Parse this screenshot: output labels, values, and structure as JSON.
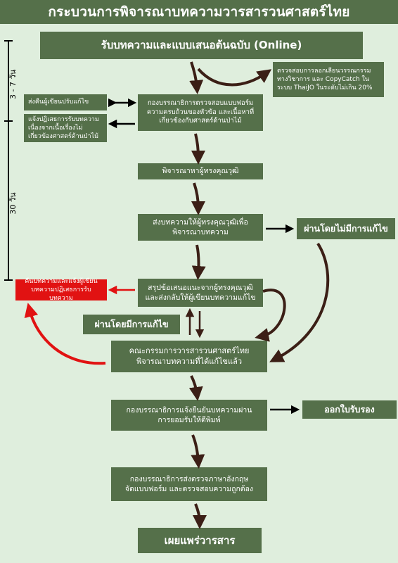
{
  "title": "กระบวนการพิจารณาบทความวารสารวนศาสตร์ไทย",
  "timeline": {
    "period1": "3 - 7 วัน",
    "period2": "30 วัน"
  },
  "steps": {
    "receive": "รับบทความและแบบเสนอต้นฉบับ (Online)",
    "plagiarism": "ตรวจสอบการลอกเลียนวรรณกรรม\nทางวิชาการ และ CopyCatch ใน\nระบบ ThaiJO ในระดับไม่เกิน 20%",
    "editor_check": "กองบรรณาธิการตรวจสอบแบบฟอร์ม\nความครบถ้วนของหัวข้อ และเนื้อหาที่\nเกี่ยวข้องกับศาสตร์ด้านป่าไม้",
    "return_author": "ส่งคืนผู้เขียนปรับแก้ไข",
    "reject_notice": "แจ้งปฏิเสธการรับบทความ\nเนื่องจากเนื้อเรื่องไม่\nเกี่ยวข้องศาสตร์ด้านป่าไม้",
    "select_reviewer": "พิจารณาหาผู้ทรงคุณวุฒิ",
    "send_reviewer": "ส่งบทความให้ผู้ทรงคุณวุฒิเพื่อ\nพิจารณาบทความ",
    "pass_no_revision": "ผ่านโดยไม่มีการแก้ไข",
    "summarize": "สรุปข้อเสนอแนะจากผู้ทรงคุณวุฒิ\nและส่งกลับให้ผู้เขียนบทความแก้ไข",
    "reject_return": "คืนบทความและแจ้งผู้เขียน\nบทความปฏิเสธการรับบทความ",
    "pass_with_revision": "ผ่านโดยมีการแก้ไข",
    "committee": "คณะกรรมการวารสารวนศาสตร์ไทย\nพิจารณาบทความที่ได้แก้ไขแล้ว",
    "confirm_accept": "กองบรรณาธิการแจ้งยืนยันบทความผ่าน\nการยอมรับให้ตีพิมพ์",
    "certificate": "ออกใบรับรอง",
    "english_check": "กองบรรณาธิการส่งตรวจภาษาอังกฤษ\nจัดแบบฟอร์ม และตรวจสอบความถูกต้อง",
    "publish": "เผยแพร่วารสาร"
  },
  "colors": {
    "background": "#dfeedd",
    "box": "#55704a",
    "reject": "#e11212",
    "arrow": "#3b1f16",
    "red_arrow": "#e11212"
  }
}
